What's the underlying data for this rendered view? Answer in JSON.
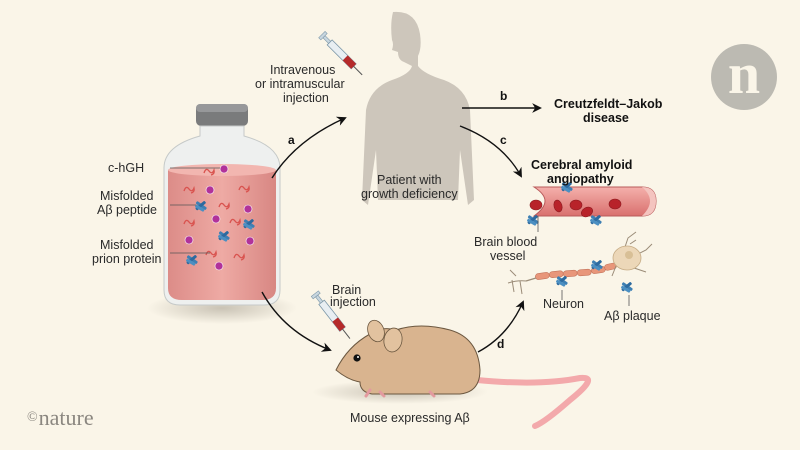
{
  "figure": {
    "publisher_logo": "n",
    "credit": {
      "symbol": "©",
      "text": "nature"
    },
    "colors": {
      "background": "#faf5e8",
      "vial_liquid": "#e9a49f",
      "abeta_blue": "#3d7fb3",
      "prion_red": "#d9534f",
      "hgh_purple": "#b1329a",
      "silhouette": "#cdc6bb",
      "mouse_tan": "#d9b48f",
      "vessel_pink": "#e79090",
      "red_cell": "#c0282c",
      "neuron_axon": "#e8967a",
      "logo_grey": "#bcbab2"
    }
  },
  "vial": {
    "labels": {
      "hgh": "c-hGH",
      "abeta_line1": "Misfolded",
      "abeta_line2": "Aβ peptide",
      "prion_line1": "Misfolded",
      "prion_line2": "prion protein"
    }
  },
  "patient": {
    "injection_line1": "Intravenous",
    "injection_line2": "or intramuscular",
    "injection_line3": "injection",
    "caption_line1": "Patient with",
    "caption_line2": "growth deficiency"
  },
  "steps": {
    "a": "a",
    "b": "b",
    "c": "c",
    "d": "d"
  },
  "outcomes": {
    "cjd_line1": "Creutzfeldt–Jakob",
    "cjd_line2": "disease",
    "caa_line1": "Cerebral amyloid",
    "caa_line2": "angiopathy",
    "vessel_line1": "Brain blood",
    "vessel_line2": "vessel",
    "neuron": "Neuron",
    "plaque": "Aβ plaque"
  },
  "mouse": {
    "injection_line1": "Brain",
    "injection_line2": "injection",
    "caption": "Mouse expressing Aβ"
  }
}
